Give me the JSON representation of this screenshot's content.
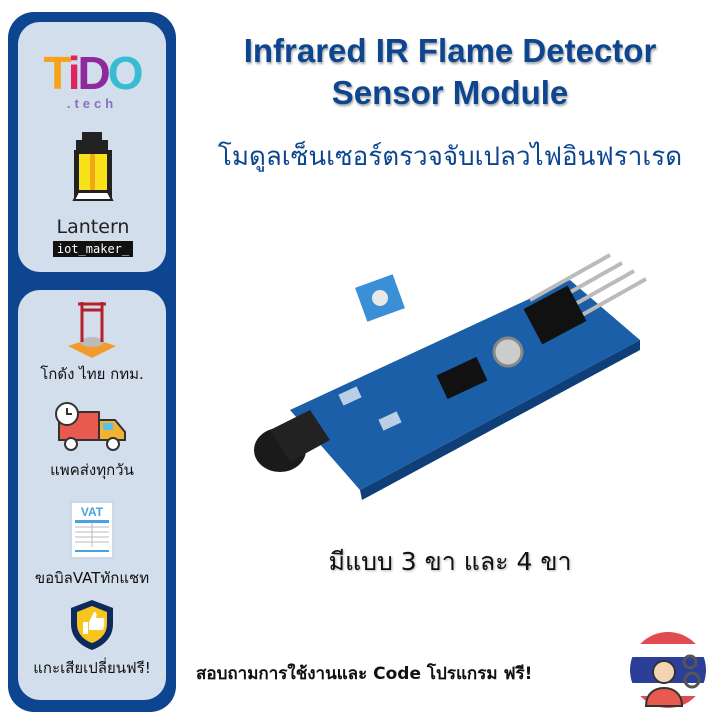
{
  "brand": {
    "logo_text": "TiDO",
    "logo_sub": ".tech",
    "partner_name": "Lantern",
    "partner_tag": "iot_maker_"
  },
  "features": [
    {
      "icon": "giant-swing-icon",
      "label": "โกดัง ไทย กทม."
    },
    {
      "icon": "delivery-truck-icon",
      "label": "แพคส่งทุกวัน"
    },
    {
      "icon": "vat-invoice-icon",
      "label": "ขอบิลVATทักแชท",
      "icon_text": "VAT"
    },
    {
      "icon": "shield-thumbs-up-icon",
      "label": "แกะเสียเปลี่ยนฟรี!"
    }
  ],
  "product": {
    "title_line1": "Infrared IR Flame Detector",
    "title_line2": "Sensor Module",
    "subtitle": "โมดูลเซ็นเซอร์ตรวจจับเปลวไฟอินฟราเรด",
    "variants": "มีแบบ 3 ขา และ 4 ขา"
  },
  "footer": {
    "text": "สอบถามการใช้งานและ Code โปรแกรม ฟรี!",
    "icon": "thai-flag-support-icon"
  },
  "colors": {
    "brand_blue": "#0d4590",
    "card_bg": "#d3deec",
    "pcb_blue": "#1a5fa8"
  }
}
